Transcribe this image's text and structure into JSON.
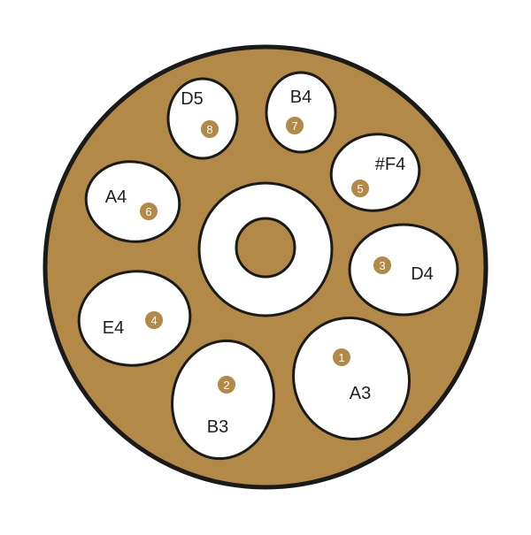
{
  "colors": {
    "drum_body": "#b38947",
    "drum_outline": "#1a1a1a",
    "pad_fill": "#ffffff",
    "marker_fill": "#b38947",
    "marker_text": "#ffffff",
    "label_text": "#1f1f1f"
  },
  "center": {
    "name": "ding-pad"
  },
  "notes": [
    {
      "key": "note-1",
      "index": "1",
      "label": "A3"
    },
    {
      "key": "note-2",
      "index": "2",
      "label": "B3"
    },
    {
      "key": "note-3",
      "index": "3",
      "label": "D4"
    },
    {
      "key": "note-4",
      "index": "4",
      "label": "E4"
    },
    {
      "key": "note-5",
      "index": "5",
      "label": "#F4"
    },
    {
      "key": "note-6",
      "index": "6",
      "label": "A4"
    },
    {
      "key": "note-7",
      "index": "7",
      "label": "B4"
    },
    {
      "key": "note-8",
      "index": "8",
      "label": "D5"
    }
  ]
}
